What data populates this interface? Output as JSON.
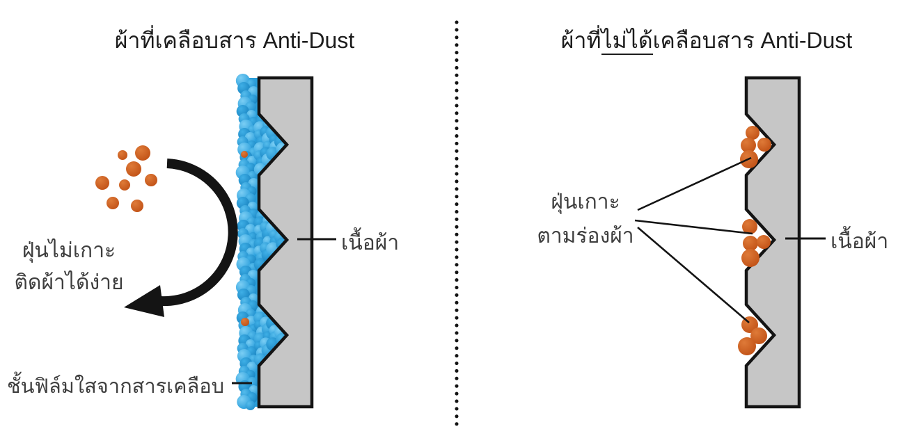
{
  "left_panel": {
    "title": "ผ้าที่เคลือบสาร Anti-Dust",
    "labels": {
      "bounce_line1": "ฝุ่นไม่เกาะ",
      "bounce_line2": "ติดผ้าได้ง่าย",
      "fabric": "เนื้อผ้า",
      "film": "ชั้นฟิล์มใสจากสารเคลือบ"
    }
  },
  "right_panel": {
    "title_prefix": "ผ้าที่",
    "title_underlined": "ไม่ได้",
    "title_suffix": "เคลือบสาร Anti-Dust",
    "labels": {
      "stick_line1": "ฝุ่นเกาะ",
      "stick_line2": "ตามร่องผ้า",
      "fabric": "เนื้อผ้า"
    }
  },
  "colors": {
    "film_blue": "#2A9FDB",
    "fabric_gray": "#C6C6C6",
    "outline_black": "#141414",
    "dust_orange": "#C9571E",
    "title_text": "#1C1C1C",
    "label_text": "#3E3E3E"
  }
}
